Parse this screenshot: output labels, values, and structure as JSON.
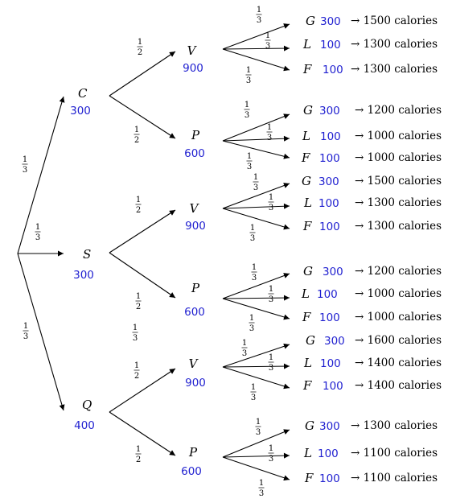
{
  "colors": {
    "value": "#1f1fd0",
    "line": "#000000"
  },
  "root_probs": [
    "1/3",
    "1/3",
    "1/3"
  ],
  "extra_fraction": "1/3",
  "level1": [
    {
      "label": "C",
      "value": "300",
      "children": [
        {
          "prob": "1/2",
          "label": "V",
          "value": "900",
          "leaves": [
            {
              "prob": "1/3",
              "label": "G",
              "value": "300",
              "result": "→ 1500 calories"
            },
            {
              "prob": "1/3",
              "label": "L",
              "value": "100",
              "result": "→ 1300 calories"
            },
            {
              "prob": "1/3",
              "label": "F",
              "value": "100",
              "result": "→ 1300 calories"
            }
          ]
        },
        {
          "prob": "1/2",
          "label": "P",
          "value": "600",
          "leaves": [
            {
              "prob": "1/3",
              "label": "G",
              "value": "300",
              "result": "→ 1200 calories"
            },
            {
              "prob": "1/3",
              "label": "L",
              "value": "100",
              "result": "→ 1000 calories"
            },
            {
              "prob": "1/3",
              "label": "F",
              "value": "100",
              "result": "→ 1000 calories"
            }
          ]
        }
      ]
    },
    {
      "label": "S",
      "value": "300",
      "children": [
        {
          "prob": "1/2",
          "label": "V",
          "value": "900",
          "leaves": [
            {
              "prob": "1/3",
              "label": "G",
              "value": "300",
              "result": "→ 1500 calories"
            },
            {
              "prob": "1/3",
              "label": "L",
              "value": "100",
              "result": "→ 1300 calories"
            },
            {
              "prob": "1/3",
              "label": "F",
              "value": "100",
              "result": "→ 1300 calories"
            }
          ]
        },
        {
          "prob": "1/2",
          "label": "P",
          "value": "600",
          "leaves": [
            {
              "prob": "1/3",
              "label": "G",
              "value": "300",
              "result": "→ 1200 calories"
            },
            {
              "prob": "1/3",
              "label": "L",
              "value": "100",
              "result": "→ 1000 calories"
            },
            {
              "prob": "1/3",
              "label": "F",
              "value": "100",
              "result": "→ 1000 calories"
            }
          ]
        }
      ]
    },
    {
      "label": "Q",
      "value": "400",
      "children": [
        {
          "prob": "1/2",
          "label": "V",
          "value": "900",
          "leaves": [
            {
              "prob": "1/3",
              "label": "G",
              "value": "300",
              "result": "→ 1600 calories"
            },
            {
              "prob": "1/3",
              "label": "L",
              "value": "100",
              "result": "→ 1400 calories"
            },
            {
              "prob": "1/3",
              "label": "F",
              "value": "100",
              "result": "→ 1400 calories"
            }
          ]
        },
        {
          "prob": "1/2",
          "label": "P",
          "value": "600",
          "leaves": [
            {
              "prob": "1/3",
              "label": "G",
              "value": "300",
              "result": "→ 1300 calories"
            },
            {
              "prob": "1/3",
              "label": "L",
              "value": "100",
              "result": "→ 1100 calories"
            },
            {
              "prob": "1/3",
              "label": "F",
              "value": "100",
              "result": "→ 1100 calories"
            }
          ]
        }
      ]
    }
  ]
}
